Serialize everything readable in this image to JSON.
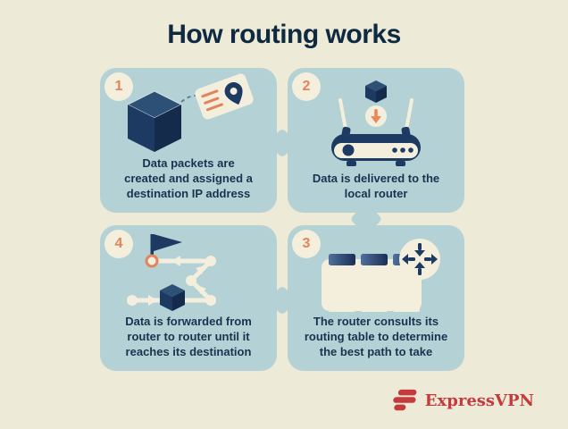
{
  "title": "How routing works",
  "panels": [
    {
      "number": "1",
      "caption": "Data packets are\ncreated and assigned a\ndestination IP address",
      "illustration": "packet-cube-with-address-tag"
    },
    {
      "number": "2",
      "caption": "Data is delivered to the\nlocal router",
      "illustration": "wifi-router-receiving-packet"
    },
    {
      "number": "3",
      "caption": "The router consults its\nrouting table to determine\nthe best path to take",
      "illustration": "routing-table-with-crossroads"
    },
    {
      "number": "4",
      "caption": "Data is forwarded from\nrouter to router until it\nreaches its destination",
      "illustration": "zigzag-route-to-destination-flag"
    }
  ],
  "logo": {
    "text": "ExpressVPN",
    "icon": "expressvpn-bars-icon"
  },
  "palette": {
    "background": "#edead7",
    "panel": "#b4d1d6",
    "navy_dark": "#14283f",
    "navy": "#1d3a63",
    "navy_light": "#2d5076",
    "cream": "#f3efdc",
    "orange": "#e2845b",
    "brand_red": "#c6393d",
    "title_text": "#0f2940",
    "caption_text": "#17344f"
  }
}
